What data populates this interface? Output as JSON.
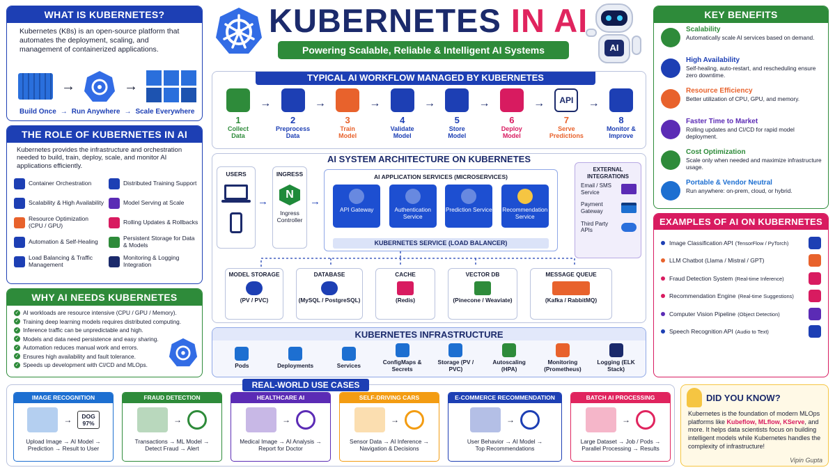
{
  "title": {
    "part1": "KUBERNETES",
    "part2": "IN AI",
    "subtitle": "Powering Scalable, Reliable & Intelligent AI Systems",
    "robot_badge": "AI"
  },
  "colors": {
    "navy": "#1d3fb4",
    "pink": "#e0245e",
    "green": "#2e8b3a",
    "orange": "#e8622c"
  },
  "what_is": {
    "heading": "WHAT IS KUBERNETES?",
    "text": "Kubernetes (K8s) is an open-source platform that automates the deployment, scaling, and management of containerized applications.",
    "flow": [
      "Build Once",
      "Run Anywhere",
      "Scale Everywhere"
    ]
  },
  "role": {
    "heading": "THE ROLE OF KUBERNETES IN AI",
    "text": "Kubernetes provides the infrastructure and orchestration needed to build, train, deploy, scale, and monitor AI applications efficiently.",
    "items": [
      {
        "label": "Container Orchestration",
        "icon": "container-orchestration-icon"
      },
      {
        "label": "Distributed Training Support",
        "icon": "distributed-training-icon"
      },
      {
        "label": "Scalability & High Availability",
        "icon": "scalability-icon"
      },
      {
        "label": "Model Serving at Scale",
        "icon": "brain-icon"
      },
      {
        "label": "Resource Optimization (CPU / GPU)",
        "icon": "chip-icon"
      },
      {
        "label": "Rolling Updates & Rollbacks",
        "icon": "refresh-icon"
      },
      {
        "label": "Automation & Self-Healing",
        "icon": "gear-icon"
      },
      {
        "label": "Persistent Storage for Data & Models",
        "icon": "database-icon"
      },
      {
        "label": "Load Balancing & Traffic Management",
        "icon": "network-icon"
      },
      {
        "label": "Monitoring & Logging Integration",
        "icon": "monitoring-icon"
      }
    ]
  },
  "why": {
    "heading": "WHY AI NEEDS KUBERNETES",
    "items": [
      "AI workloads are resource intensive (CPU / GPU / Memory).",
      "Training deep learning models requires distributed computing.",
      "Inference traffic can be unpredictable and high.",
      "Models and data need persistence and easy sharing.",
      "Automation reduces manual work and errors.",
      "Ensures high availability and fault tolerance.",
      "Speeds up development with CI/CD and MLOps."
    ]
  },
  "workflow": {
    "heading": "TYPICAL AI WORKFLOW MANAGED BY KUBERNETES",
    "steps": [
      {
        "num": "1",
        "line1": "Collect",
        "line2": "Data",
        "color": "#2e8b3a"
      },
      {
        "num": "2",
        "line1": "Preprocess",
        "line2": "Data",
        "color": "#1d3fb4"
      },
      {
        "num": "3",
        "line1": "Train",
        "line2": "Model",
        "color": "#e8622c"
      },
      {
        "num": "4",
        "line1": "Validate",
        "line2": "Model",
        "color": "#1d3fb4"
      },
      {
        "num": "5",
        "line1": "Store",
        "line2": "Model",
        "color": "#1d3fb4"
      },
      {
        "num": "6",
        "line1": "Deploy",
        "line2": "Model",
        "color": "#d81b60"
      },
      {
        "num": "7",
        "line1": "Serve",
        "line2": "Predictions",
        "color": "#e8622c"
      },
      {
        "num": "8",
        "line1": "Monitor &",
        "line2": "Improve",
        "color": "#1d3fb4"
      }
    ],
    "api_label": "API"
  },
  "architecture": {
    "heading": "AI SYSTEM ARCHITECTURE ON KUBERNETES",
    "users": "USERS",
    "ingress": "INGRESS",
    "ingress_controller": "Ingress Controller",
    "services_heading": "AI APPLICATION SERVICES (MICROSERVICES)",
    "services": [
      "API Gateway",
      "Authentication Service",
      "Prediction Service",
      "Recommendation Service"
    ],
    "load_balancer": "KUBERNETES SERVICE (LOAD BALANCER)",
    "external_heading": "EXTERNAL INTEGRATIONS",
    "external": [
      "Email / SMS Service",
      "Payment Gateway",
      "Third Party APIs"
    ],
    "storage": [
      {
        "title": "MODEL STORAGE",
        "sub": "(PV / PVC)"
      },
      {
        "title": "DATABASE",
        "sub": "(MySQL / PostgreSQL)"
      },
      {
        "title": "CACHE",
        "sub": "(Redis)"
      },
      {
        "title": "VECTOR DB",
        "sub": "(Pinecone / Weaviate)"
      },
      {
        "title": "MESSAGE QUEUE",
        "sub": "(Kafka / RabbitMQ)"
      }
    ]
  },
  "infrastructure": {
    "heading": "KUBERNETES INFRASTRUCTURE",
    "items": [
      "Pods",
      "Deployments",
      "Services",
      "ConfigMaps & Secrets",
      "Storage (PV / PVC)",
      "Autoscaling (HPA)",
      "Monitoring (Prometheus)",
      "Logging (ELK Stack)"
    ]
  },
  "benefits": {
    "heading": "KEY BENEFITS",
    "items": [
      {
        "title": "Scalability",
        "text": "Automatically scale AI services based on demand.",
        "color": "#2e8b3a"
      },
      {
        "title": "High Availability",
        "text": "Self-healing, auto-restart, and rescheduling ensure zero downtime.",
        "color": "#1d3fb4"
      },
      {
        "title": "Resource Efficiency",
        "text": "Better utilization of CPU, GPU, and memory.",
        "color": "#e8622c"
      },
      {
        "title": "Faster Time to Market",
        "text": "Rolling updates and CI/CD for rapid model deployment.",
        "color": "#5b2bb5"
      },
      {
        "title": "Cost Optimization",
        "text": "Scale only when needed and maximize infrastructure usage.",
        "color": "#2e8b3a"
      },
      {
        "title": "Portable & Vendor Neutral",
        "text": "Run anywhere: on-prem, cloud, or hybrid.",
        "color": "#1d6fd1"
      }
    ]
  },
  "examples": {
    "heading": "EXAMPLES OF AI ON KUBERNETES",
    "items": [
      {
        "name": "Image Classification API",
        "detail": "(TensorFlow / PyTorch)",
        "dot": "#1d3fb4"
      },
      {
        "name": "LLM Chatbot (Llama / Mistral / GPT)",
        "detail": "",
        "dot": "#e8622c"
      },
      {
        "name": "Fraud Detection System",
        "detail": "(Real-time Inference)",
        "dot": "#d81b60"
      },
      {
        "name": "Recommendation Engine",
        "detail": "(Real-time Suggestions)",
        "dot": "#d81b60"
      },
      {
        "name": "Computer Vision Pipeline",
        "detail": "(Object Detection)",
        "dot": "#5b2bb5"
      },
      {
        "name": "Speech Recognition API",
        "detail": "(Audio to Text)",
        "dot": "#1d3fb4"
      }
    ]
  },
  "use_cases": {
    "heading": "REAL-WORLD USE CASES",
    "items": [
      {
        "title": "IMAGE RECOGNITION",
        "line1": "Upload Image → AI Model →",
        "line2": "Prediction → Result to User",
        "color": "#1d6fd1"
      },
      {
        "title": "FRAUD DETECTION",
        "line1": "Transactions → ML Model →",
        "line2": "Detect Fraud → Alert",
        "color": "#2e8b3a"
      },
      {
        "title": "HEALTHCARE AI",
        "line1": "Medical Image → AI Analysis →",
        "line2": "Report for Doctor",
        "color": "#5b2bb5"
      },
      {
        "title": "SELF-DRIVING CARS",
        "line1": "Sensor Data → AI Inference →",
        "line2": "Navigation & Decisions",
        "color": "#f39c12"
      },
      {
        "title": "E-COMMERCE RECOMMENDATION",
        "line1": "User Behavior → AI Model →",
        "line2": "Top Recommendations",
        "color": "#1d3fb4"
      },
      {
        "title": "BATCH AI PROCESSING",
        "line1": "Large Dataset → Job / Pods →",
        "line2": "Parallel Processing → Results",
        "color": "#e0245e"
      }
    ],
    "dog_label": "DOG",
    "dog_pct": "97%"
  },
  "did_you_know": {
    "heading": "DID YOU KNOW?",
    "text_a": "Kubernetes is the foundation of modern MLOps platforms like ",
    "highlight": "Kubeflow, MLflow, KServe",
    "text_b": ", and more. It helps data scientists focus on building intelligent models while Kubernetes handles the complexity of infrastructure!"
  },
  "author": "Vipin Gupta"
}
